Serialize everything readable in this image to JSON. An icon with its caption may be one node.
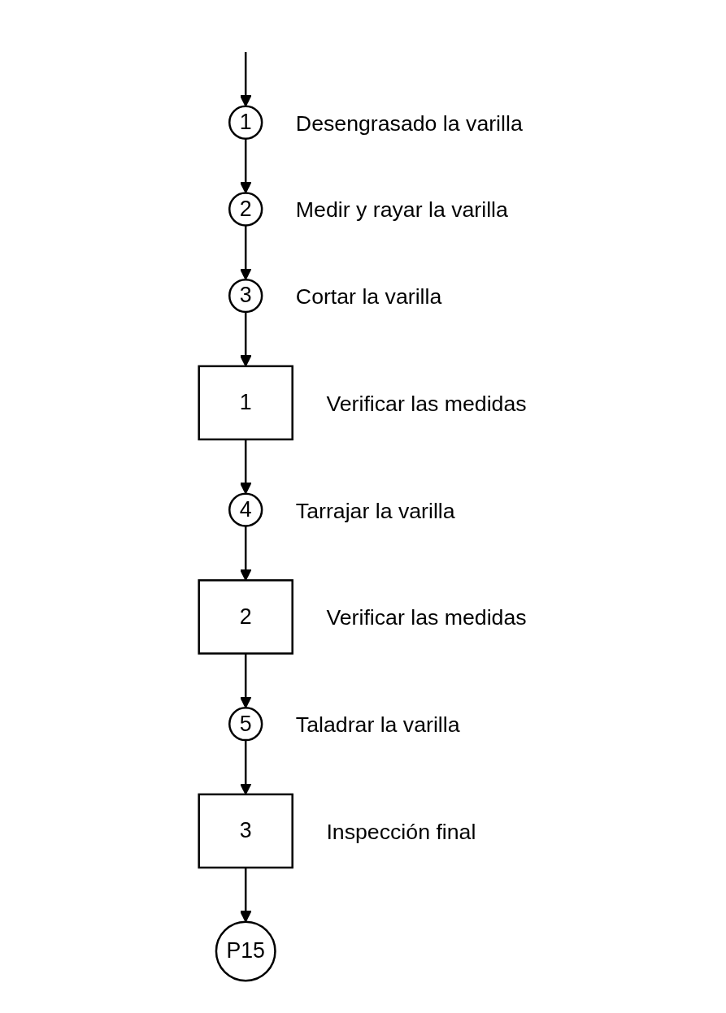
{
  "diagram": {
    "nodes": [
      {
        "text": [
          "1"
        ],
        "beside": [
          "Desengrasado la varilla"
        ]
      },
      {
        "text": [
          "2"
        ],
        "beside": [
          "Medir y rayar la varilla"
        ]
      },
      {
        "text": [
          "3"
        ],
        "beside": [
          "Cortar la varilla"
        ]
      },
      {
        "text": [
          "1"
        ],
        "beside": [
          "Verificar las medidas"
        ]
      },
      {
        "text": [
          "4"
        ],
        "beside": [
          "Tarrajar la varilla"
        ]
      },
      {
        "text": [
          "2"
        ],
        "beside": [
          "Verificar las medidas"
        ]
      },
      {
        "text": [
          "5"
        ],
        "beside": [
          "Taladrar la varilla"
        ]
      },
      {
        "text": [
          "3"
        ],
        "beside": [
          "Inspección final"
        ]
      },
      {
        "text": [
          "P15"
        ]
      }
    ],
    "edges": [
      {
        "from": null,
        "to": 0,
        "arrow": "to"
      },
      {
        "from": 0,
        "to": 1,
        "arrow": "to"
      },
      {
        "from": 1,
        "to": 2,
        "arrow": "to"
      },
      {
        "from": 2,
        "to": 3,
        "arrow": "to"
      },
      {
        "from": 3,
        "to": 4,
        "arrow": "to"
      },
      {
        "from": 4,
        "to": 5,
        "arrow": "to"
      },
      {
        "from": 5,
        "to": 6,
        "arrow": "to"
      },
      {
        "from": 6,
        "to": 7,
        "arrow": "to"
      },
      {
        "from": 7,
        "to": 8,
        "arrow": "to"
      }
    ]
  }
}
